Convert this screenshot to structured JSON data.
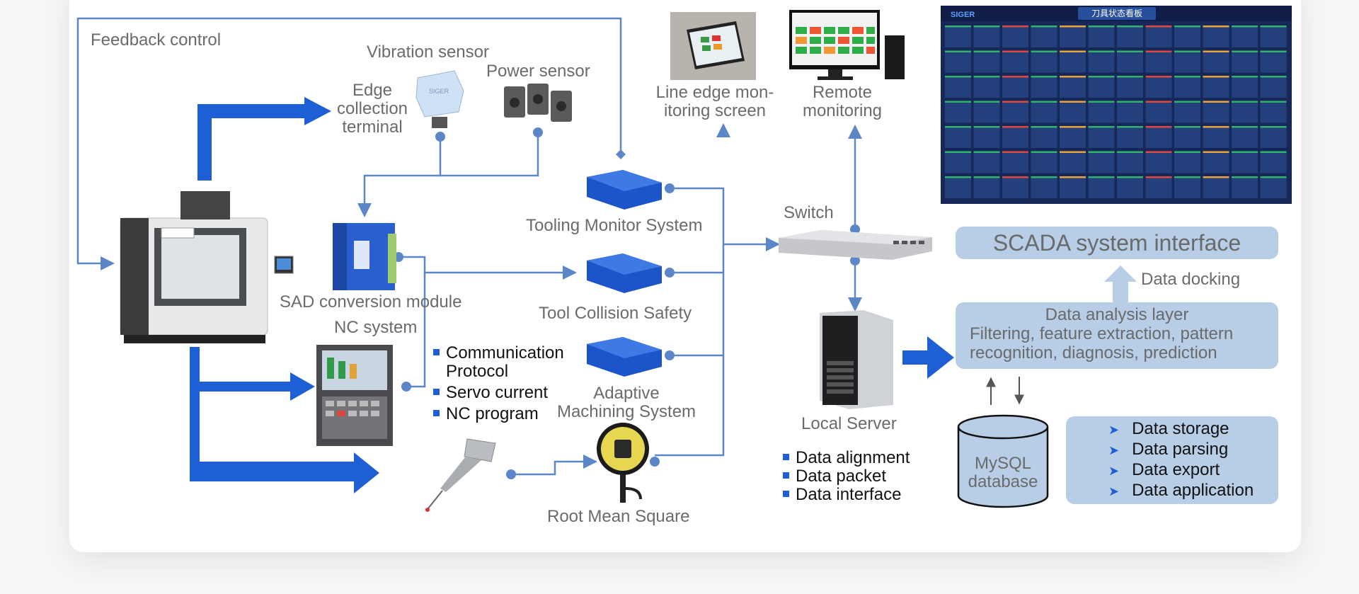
{
  "labels": {
    "feedback_control": "Feedback control",
    "vibration_sensor": "Vibration sensor",
    "power_sensor": "Power sensor",
    "edge_terminal_1": "Edge",
    "edge_terminal_2": "collection",
    "edge_terminal_3": "terminal",
    "line_edge_1": "Line edge mon-",
    "line_edge_2": "itoring screen",
    "remote_1": "Remote",
    "remote_2": "monitoring",
    "tooling_monitor": "Tooling Monitor System",
    "switch": "Switch",
    "sad_module": "SAD conversion module",
    "tool_collision": "Tool Collision Safety",
    "nc_system": "NC system",
    "adaptive_1": "Adaptive",
    "adaptive_2": "Machining System",
    "local_server": "Local Server",
    "rms": "Root Mean Square",
    "mysql_1": "MySQL",
    "mysql_2": "database",
    "data_docking": "Data docking"
  },
  "scada": {
    "title": "SCADA system interface"
  },
  "analysis": {
    "title": "Data analysis layer",
    "line1": "Filtering, feature extraction, pattern",
    "line2": "recognition, diagnosis, prediction"
  },
  "nc_bullets": [
    "Communication",
    "Protocol",
    "Servo current",
    "NC program"
  ],
  "server_bullets": [
    "Data alignment",
    "Data packet",
    "Data interface"
  ],
  "storage_items": [
    "Data storage",
    "Data parsing",
    "Data export",
    "Data application"
  ],
  "dashboard": {
    "brand": "SIGER",
    "title": "刀具状态看板"
  },
  "device_labels": {
    "sensor_brand": "SIGER"
  },
  "colors": {
    "line": "#5b87c9",
    "thick_arrow": "#1f5fd6",
    "panel": "#b8cde6",
    "dashboard_bg": "#16285a"
  }
}
